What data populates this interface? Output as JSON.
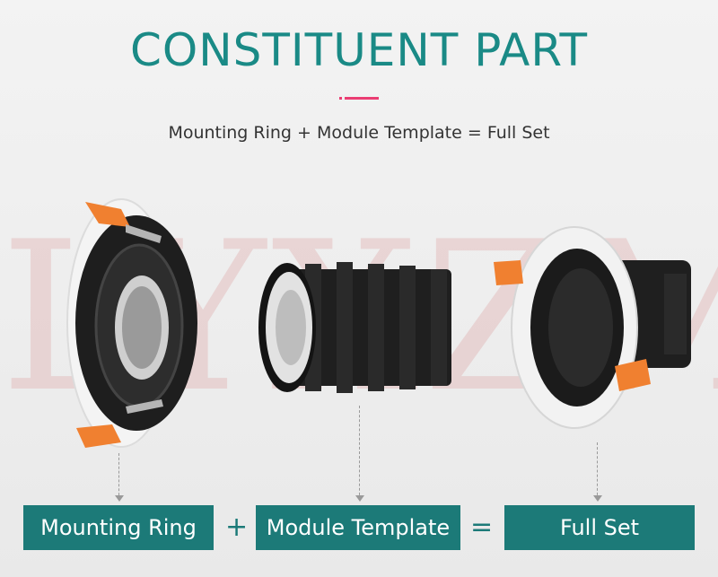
{
  "header": {
    "title": "CONSTITUENT PART",
    "subtitle": "Mounting Ring + Module Template = Full Set"
  },
  "watermark": "LYXZM",
  "components": {
    "mounting_ring": "Mounting Ring",
    "plus": "+",
    "module_template": "Module Template",
    "equals": "=",
    "full_set": "Full Set"
  },
  "colors": {
    "teal": "#1c7a78",
    "title_teal": "#1a8a86",
    "accent_pink": "#ea3d72",
    "clip_orange": "#f08030"
  }
}
